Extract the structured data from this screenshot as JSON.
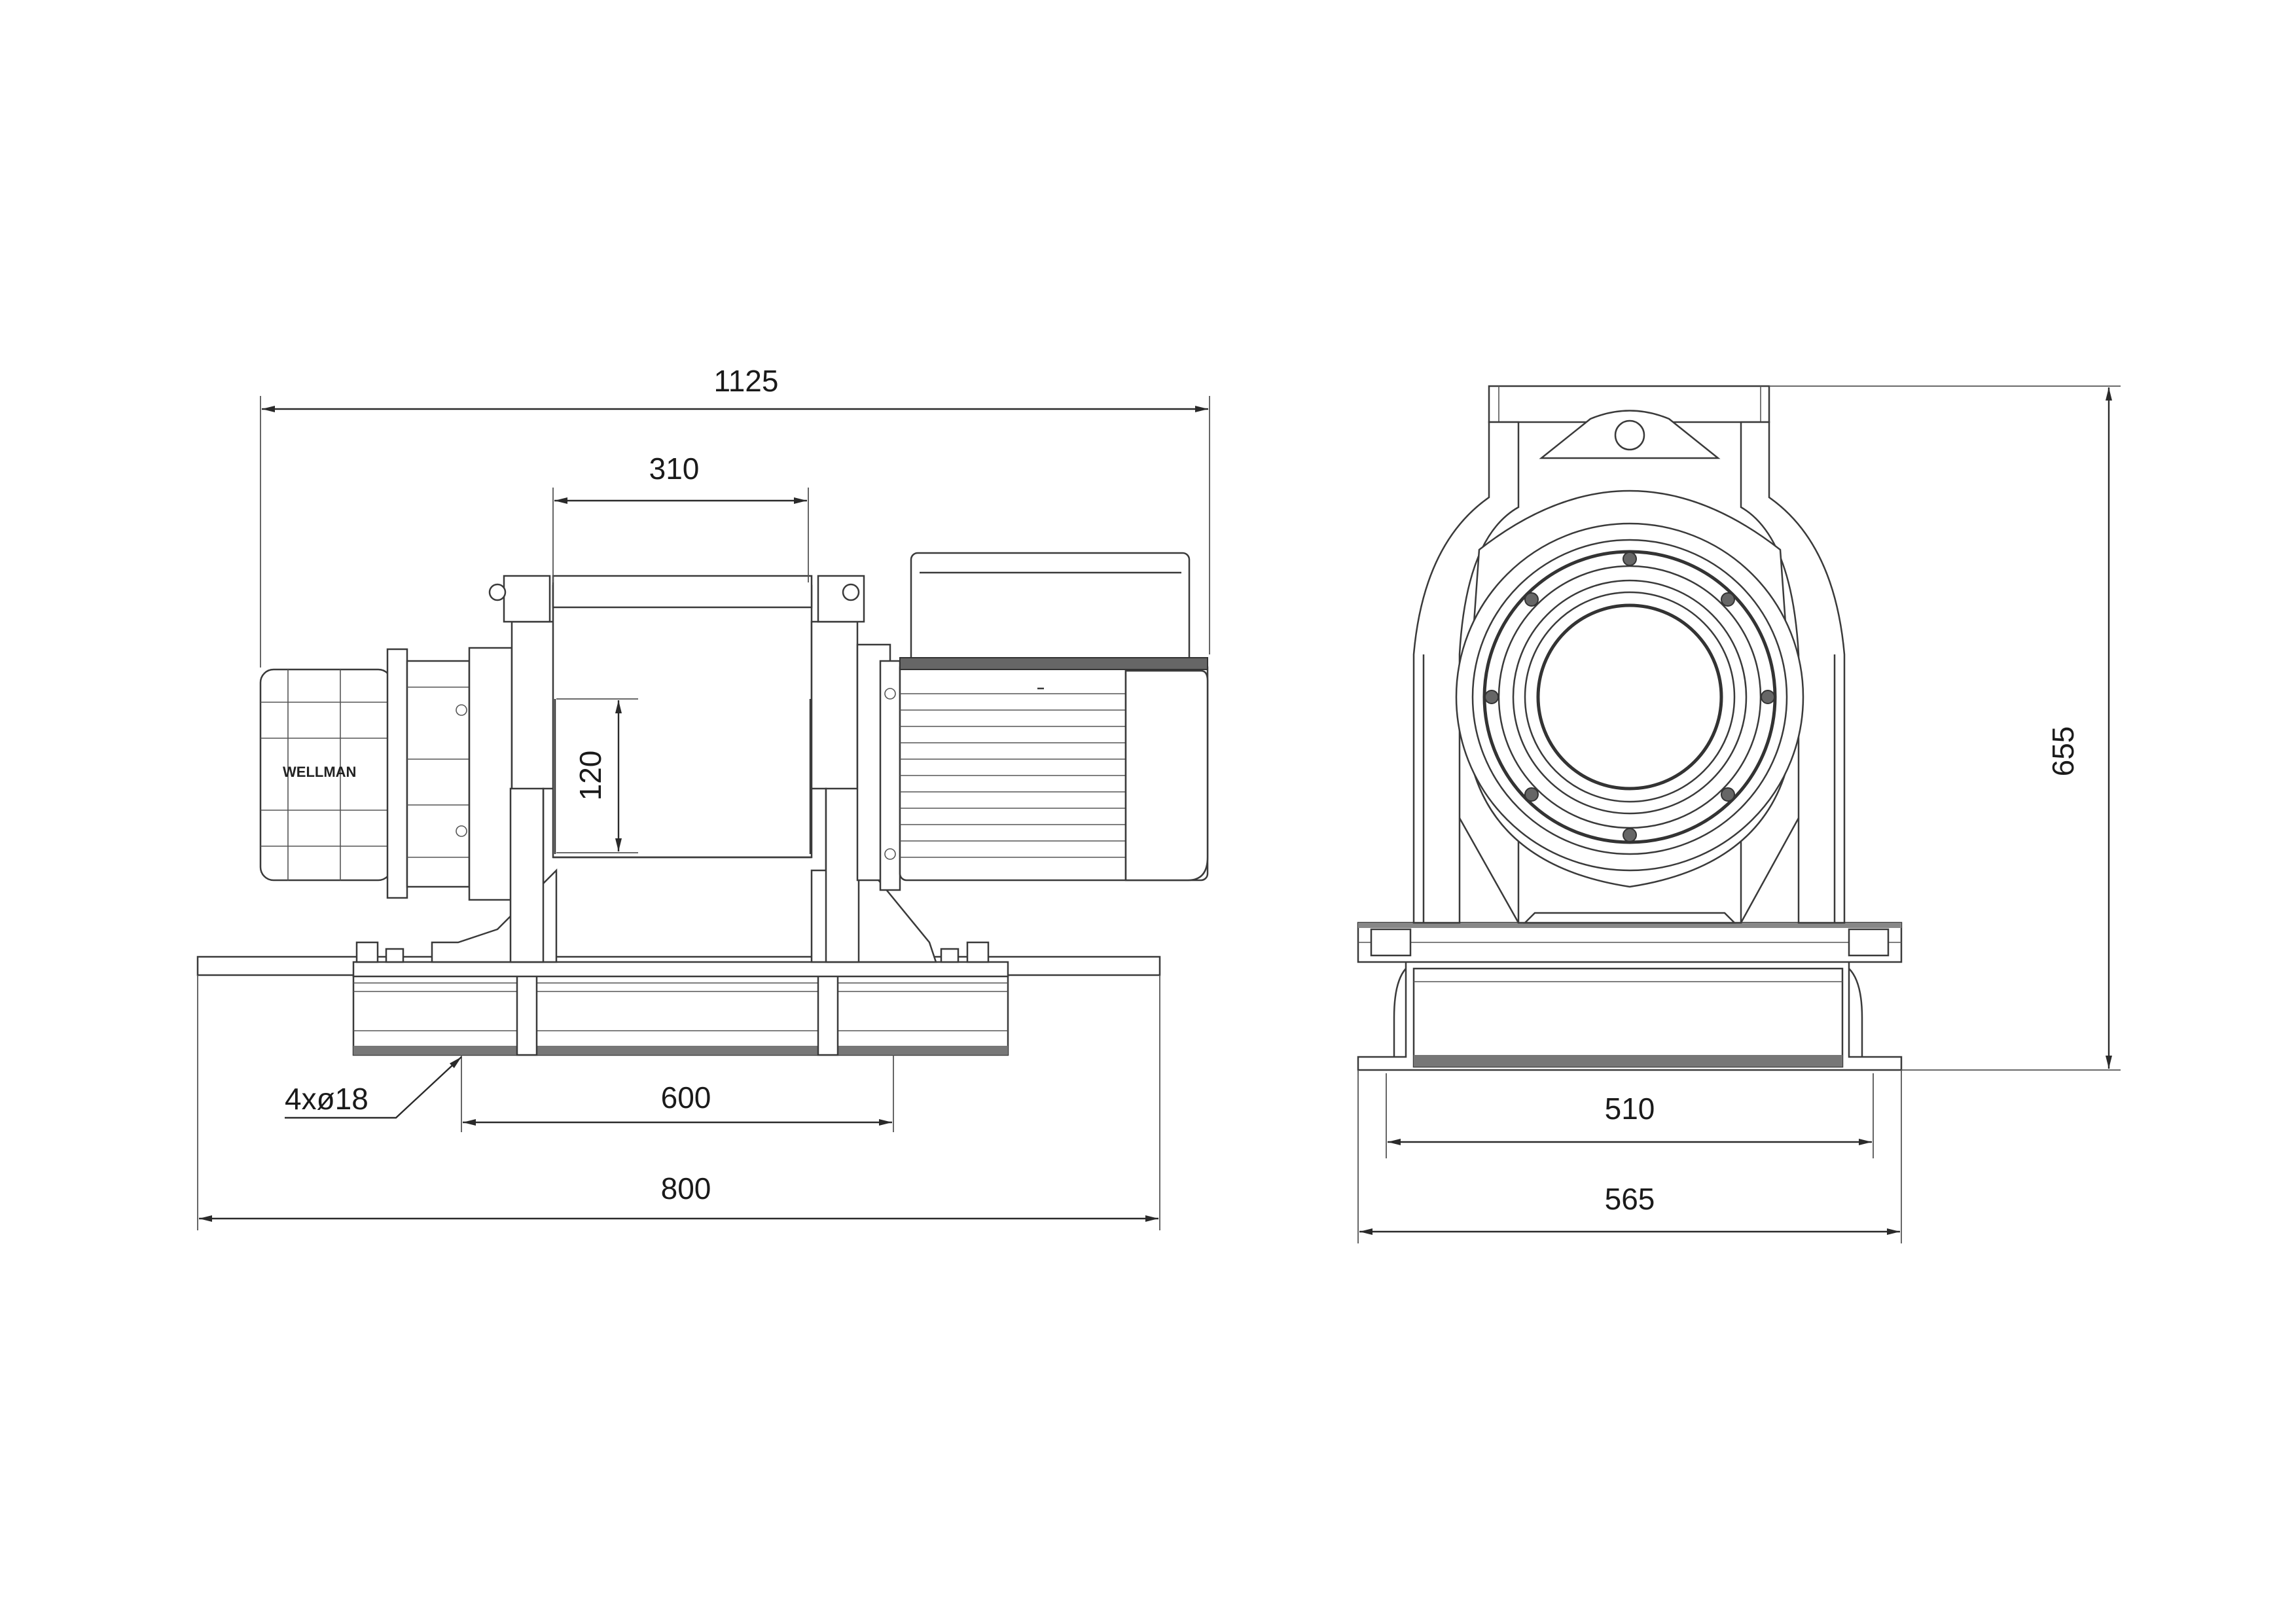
{
  "brand_label": "WELLMAN",
  "side_view": {
    "dimensions": {
      "overall_length": "1125",
      "drum_length": "310",
      "drum_diameter": "120",
      "bolt_spacing": "600",
      "base_length": "800",
      "holes": "4xø18"
    }
  },
  "front_view": {
    "dimensions": {
      "bolt_spacing": "510",
      "base_width": "565",
      "overall_height": "655"
    }
  }
}
